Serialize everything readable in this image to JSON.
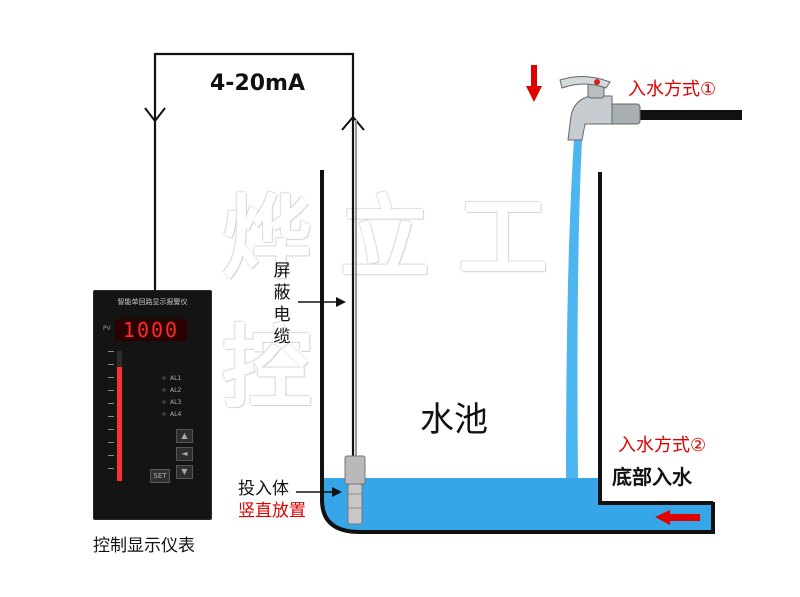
{
  "labels": {
    "signal": "4-20mA",
    "cable": [
      "屏",
      "蔽",
      "电",
      "缆"
    ],
    "pool": "水池",
    "inlet1": "入水方式①",
    "inlet2": "入水方式②",
    "bottom_inlet": "底部入水",
    "sensor": "投入体",
    "vertical": "竖直放置",
    "instrument": "控制显示仪表"
  },
  "watermark": "烨立工控",
  "meter": {
    "header": "智能单回路显示报警仪",
    "display_value": "1000",
    "display_tag": "PV",
    "led_labels": [
      "AL1",
      "AL2",
      "AL3",
      "AL4"
    ],
    "buttons": [
      "▲",
      "◄",
      "▼"
    ],
    "function_button": "SET",
    "bar_level_fraction": 0.88
  },
  "colors": {
    "water": "#37a6e8",
    "water_stream": "#4cb6f0",
    "wall": "#111111",
    "arrow_red": "#e00000",
    "line": "#111111"
  },
  "icons": [
    "faucet-icon",
    "down-arrow-icon",
    "left-arrow-icon",
    "sensor-probe-icon",
    "cable-arrow-icon"
  ]
}
